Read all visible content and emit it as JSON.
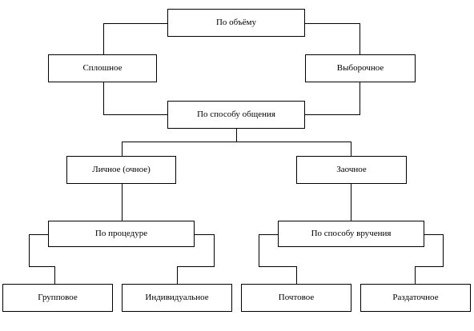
{
  "diagram": {
    "nodes": {
      "by_volume": "По объёму",
      "full": "Сплошное",
      "sample": "Выборочное",
      "by_communication": "По способу общения",
      "personal": "Личное (очное)",
      "absentee": "Заочное",
      "by_procedure": "По процедуре",
      "by_delivery": "По способу вручения",
      "group": "Групповое",
      "individual": "Индивидуальное",
      "postal": "Почтовое",
      "handout": "Раздаточное"
    },
    "edges": [
      [
        "by_volume",
        "full"
      ],
      [
        "by_volume",
        "sample"
      ],
      [
        "full",
        "by_communication"
      ],
      [
        "sample",
        "by_communication"
      ],
      [
        "by_communication",
        "personal"
      ],
      [
        "by_communication",
        "absentee"
      ],
      [
        "personal",
        "by_procedure"
      ],
      [
        "absentee",
        "by_delivery"
      ],
      [
        "by_procedure",
        "group"
      ],
      [
        "by_procedure",
        "individual"
      ],
      [
        "by_delivery",
        "postal"
      ],
      [
        "by_delivery",
        "handout"
      ]
    ]
  }
}
